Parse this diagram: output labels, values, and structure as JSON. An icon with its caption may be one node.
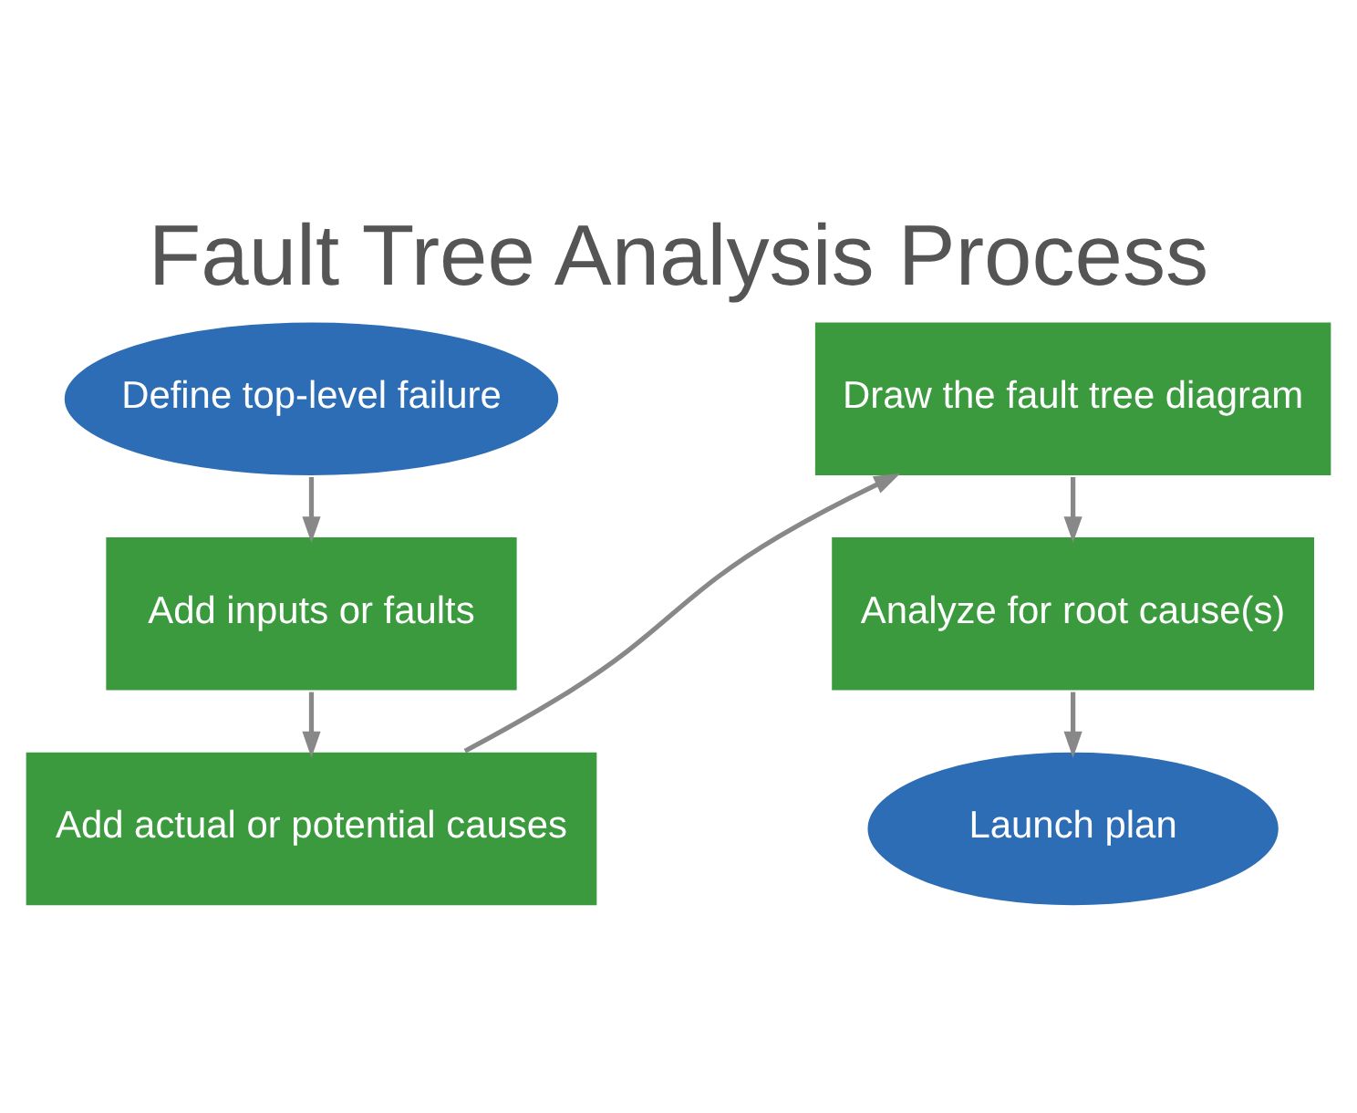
{
  "diagram": {
    "title": "Fault Tree Analysis Process",
    "nodes": [
      {
        "text": [
          "Define top-level failure"
        ]
      },
      {
        "text": [
          "Add inputs or faults"
        ]
      },
      {
        "text": [
          "Add actual or potential causes"
        ]
      },
      {
        "text": [
          "Draw the fault tree diagram"
        ]
      },
      {
        "text": [
          "Analyze for root cause(s)"
        ]
      },
      {
        "text": [
          "Launch plan"
        ]
      }
    ],
    "edges": [
      {
        "from": 0,
        "to": 1,
        "arrow": "to"
      },
      {
        "from": 1,
        "to": 2,
        "arrow": "to"
      },
      {
        "from": 2,
        "to": 3,
        "arrow": "to"
      },
      {
        "from": 3,
        "to": 4,
        "arrow": "to"
      },
      {
        "from": 4,
        "to": 5,
        "arrow": "to"
      }
    ]
  }
}
